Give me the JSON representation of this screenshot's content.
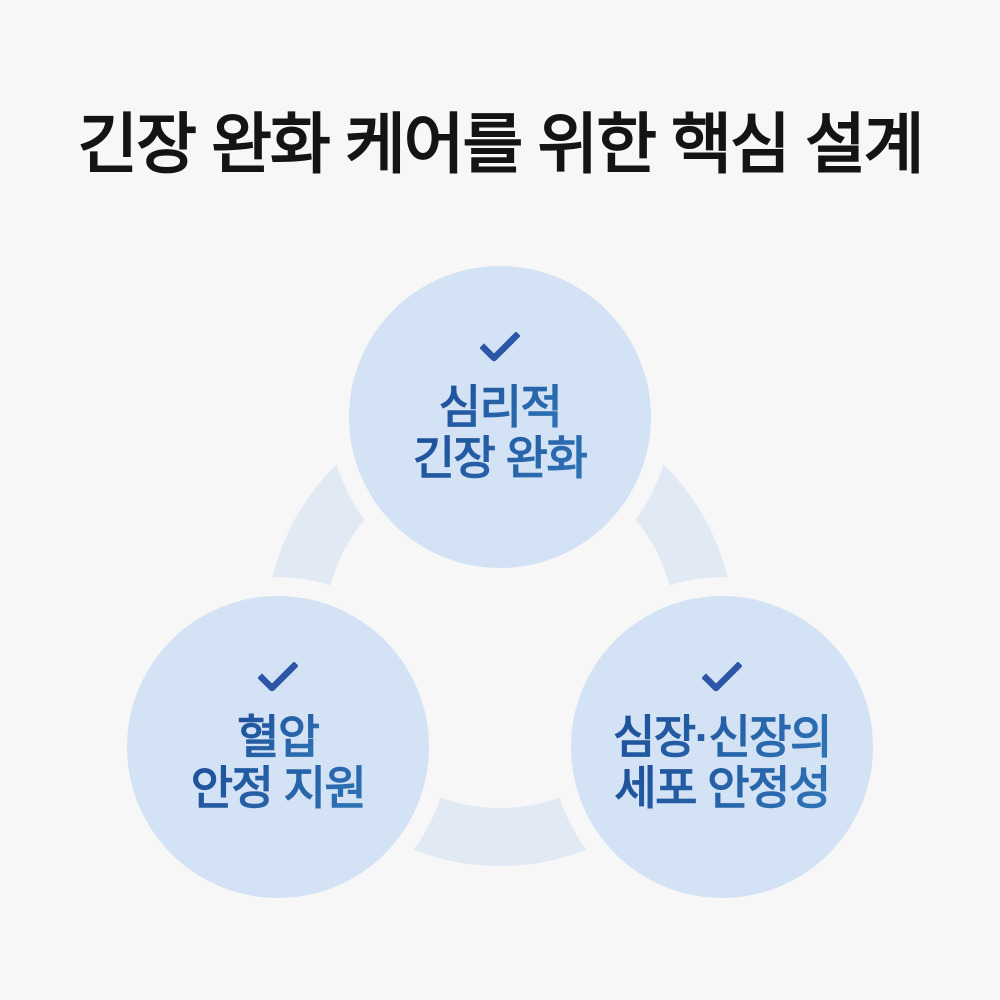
{
  "title": "긴장 완화 케어를 위한 핵심 설계",
  "bubbles": [
    {
      "id": "psychological-tension-relief",
      "lines": [
        "심리적",
        "긴장 완화"
      ]
    },
    {
      "id": "blood-pressure-stability",
      "lines": [
        "혈압",
        "안정 지원"
      ]
    },
    {
      "id": "heart-kidney-cell-stability",
      "lines": [
        "심장·신장의",
        "세포 안정성"
      ]
    }
  ],
  "icons": {
    "bubble_icon": "check-icon"
  },
  "colors": {
    "background": "#f7f7f7",
    "bubble_fill": "#d3e2f4",
    "connector_ring": "#e0e9f4",
    "check_stroke": "#2d55a8",
    "label_blue": "#2565a8",
    "label_gradient_start": "#1d4f98",
    "label_gradient_end": "#2f74b6",
    "title_text": "#141414"
  }
}
